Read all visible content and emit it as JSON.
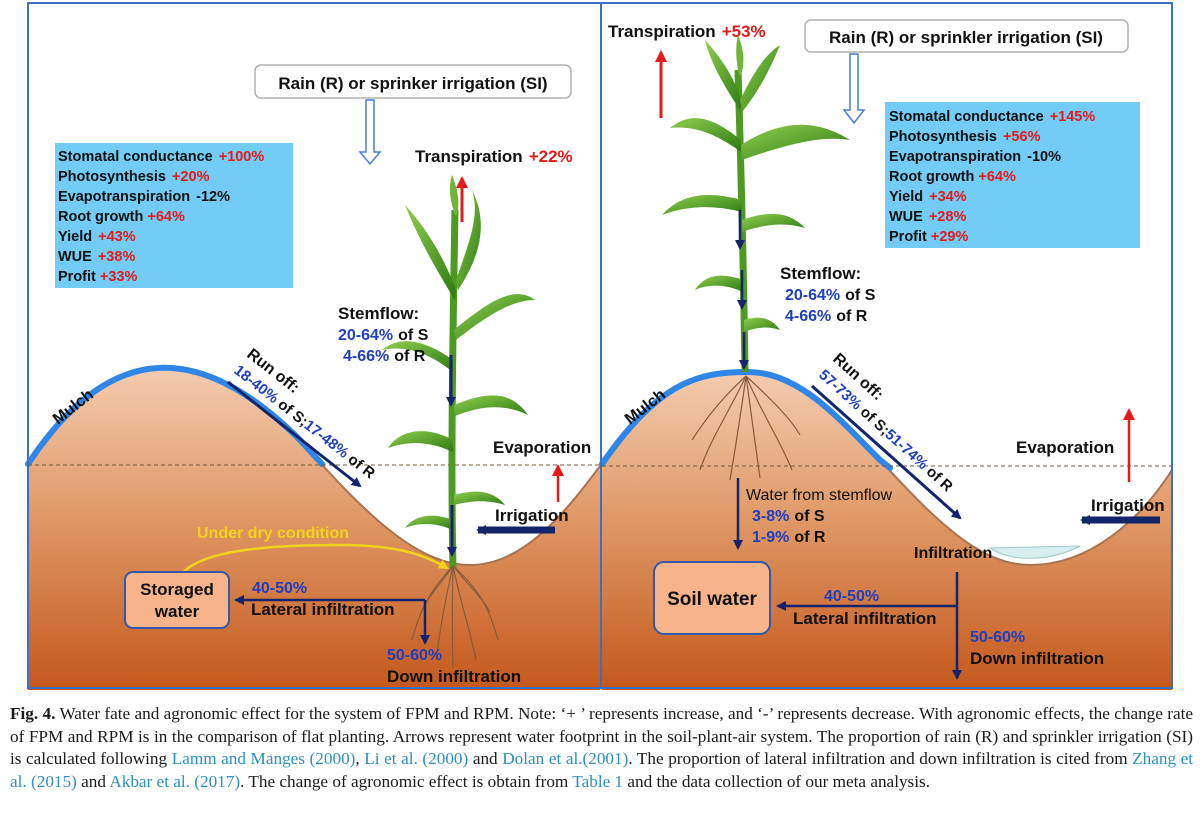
{
  "left_panel": {
    "rain_label": "Rain (R) or sprinker irrigation (SI)",
    "transpiration_label": "Transpiration",
    "transpiration_value": "+22%",
    "effects": [
      {
        "label": "Stomatal conductance",
        "value": "+100%"
      },
      {
        "label": "Photosynthesis",
        "value": "+20%"
      },
      {
        "label": "Evapotranspiration",
        "value": "-12%"
      },
      {
        "label": "Root growth",
        "value": "+64%"
      },
      {
        "label": "Yield",
        "value": "+43%"
      },
      {
        "label": "WUE",
        "value": "+38%"
      },
      {
        "label": "Profit",
        "value": "+33%"
      }
    ],
    "stemflow_title": "Stemflow:",
    "stemflow_s_value": "20-64%",
    "stemflow_s_text": "of S",
    "stemflow_r_value": "4-66%",
    "stemflow_r_text": "of R",
    "runoff_title": "Run off:",
    "runoff_s_value": "18-40%",
    "runoff_mid": "of S;",
    "runoff_r_value": "17-48%",
    "runoff_end": "of R",
    "mulch_label": "Mulch",
    "evaporation_label": "Evaporation",
    "irrigation_label": "Irrigation",
    "dry_condition_label": "Under dry condition",
    "storage_line1": "Storaged",
    "storage_line2": "water",
    "lateral_value": "40-50%",
    "lateral_label": "Lateral infiltration",
    "down_value": "50-60%",
    "down_label": "Down infiltration"
  },
  "right_panel": {
    "rain_label": "Rain (R) or sprinkler irrigation (SI)",
    "transpiration_label": "Transpiration",
    "transpiration_value": "+53%",
    "effects": [
      {
        "label": "Stomatal conductance",
        "value": "+145%"
      },
      {
        "label": "Photosynthesis",
        "value": "+56%"
      },
      {
        "label": "Evapotranspiration",
        "value": "-10%"
      },
      {
        "label": "Root growth",
        "value": "+64%"
      },
      {
        "label": "Yield",
        "value": "+34%"
      },
      {
        "label": "WUE",
        "value": "+28%"
      },
      {
        "label": "Profit",
        "value": "+29%"
      }
    ],
    "stemflow_title": "Stemflow:",
    "stemflow_s_value": "20-64%",
    "stemflow_s_text": "of S",
    "stemflow_r_value": "4-66%",
    "stemflow_r_text": "of R",
    "runoff_title": "Run off:",
    "runoff_s_value": "57-73%",
    "runoff_mid": "of S;",
    "runoff_r_value": "51-74%",
    "runoff_end": "of R",
    "mulch_label": "Mulch",
    "evaporation_label": "Evaporation",
    "irrigation_label": "Irrigation",
    "water_stemflow_label": "Water from stemflow",
    "water_stemflow_s_value": "3-8%",
    "water_stemflow_s_text": "of S",
    "water_stemflow_r_value": "1-9%",
    "water_stemflow_r_text": "of R",
    "infiltration_label": "Infiltration",
    "soil_water_label": "Soil water",
    "lateral_value": "40-50%",
    "lateral_label": "Lateral infiltration",
    "down_value": "50-60%",
    "down_label": "Down infiltration"
  },
  "caption": {
    "fig_label": "Fig. 4.",
    "text1": "Water fate and agronomic effect for the system of FPM and RPM. Note: ‘+ ’ represents increase, and ‘-’ represents decrease. With agronomic effects, the change rate of FPM and RPM is in the comparison of flat planting. Arrows represent water footprint in the soil-plant-air system. The proportion of rain (R) and sprinkler irrigation (SI) is calculated following",
    "ref1": "Lamm and Manges (2000)",
    "sep1": ",",
    "ref2": "Li et al. (2000)",
    "sep2": "and",
    "ref3": "Dolan et al.(2001)",
    "text2": ". The proportion of lateral infiltration and down infiltration is cited from",
    "ref4": "Zhang et al. (2015)",
    "sep3": "and",
    "ref5": "Akbar et al. (2017)",
    "text3": ". The change of agronomic effect is obtain from",
    "ref6": "Table 1",
    "text4": "and the data collection of our meta analysis."
  },
  "colors": {
    "panel_border": "#3a6fc4",
    "effects_box": "#72ccf5",
    "soil_top": "#f3ccb0",
    "soil_bottom": "#c4581c",
    "mulch": "#2f86e6",
    "navy": "#14246a",
    "red": "#e8191a",
    "blue_value": "#1f3fc0",
    "dry_yellow": "#f1d21c",
    "plant_green": "#3e8d18"
  }
}
